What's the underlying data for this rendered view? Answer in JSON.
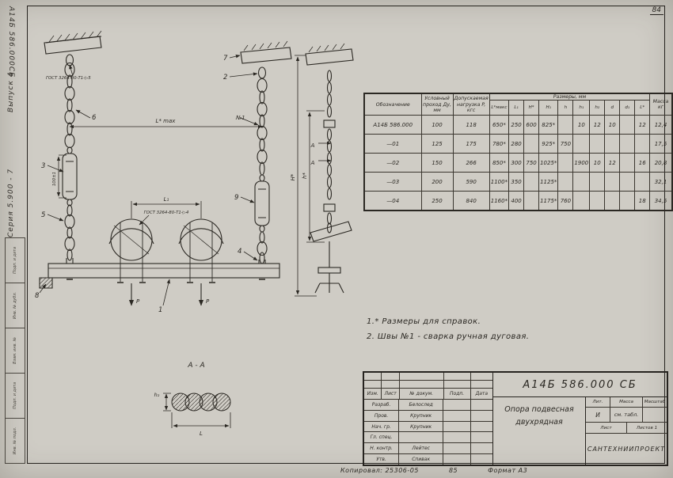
{
  "page": {
    "number": "84",
    "footer": {
      "copied": "Копировал: 25306-05",
      "num": "85",
      "format": "Формат А3"
    }
  },
  "margin": {
    "doc_mirrored": "А14Б 586.000СБ",
    "vypusk": "Выпуск 4",
    "seriya": "Серия 5.900 - 7",
    "stamps": [
      "Подп. и дата",
      "Инв. № дубл.",
      "Взам. инв. №",
      "Подп. и дата",
      "Инв. № подл."
    ]
  },
  "drawing": {
    "weld_note_1": "ГОСТ 3264-80-Т1-▷5",
    "weld_note_2": "ГОСТ 3264-80-Т1-▷4",
    "dim_l_max": "L* max",
    "dim_l1": "L₁",
    "dim_100": "100±1",
    "dim_h_star": "H*",
    "dim_h_small": "h*",
    "dim_h2": "h₂",
    "dim_l": "L",
    "seam_no": "№1",
    "load_p": "P",
    "section_letter": "А",
    "section_title": "А - А",
    "callouts": {
      "c1": "1",
      "c2": "2",
      "c3": "3",
      "c4": "4",
      "c5": "5",
      "c6": "6",
      "c7": "7",
      "c8": "8",
      "c9": "9"
    }
  },
  "notes": {
    "n1": "1.* Размеры для справок.",
    "n2": "2. Швы №1 - сварка ручная дуговая."
  },
  "table": {
    "col_name": "Обозначение",
    "col_du": "Условный проход Ду, мм",
    "col_load": "Допускаемая нагрузка P, кгс",
    "col_sizes": "Размеры, мм",
    "col_mass": "Масса кг",
    "dims": [
      "L*макс",
      "L₁",
      "H*",
      "H₁",
      "h",
      "h₁",
      "h₂",
      "d",
      "d₁",
      "L*"
    ],
    "rows": [
      {
        "name": "А14Б 586.000",
        "du": "100",
        "p": "118",
        "d": [
          "650*",
          "250",
          "600",
          "825*",
          "",
          "10",
          "12",
          "10",
          "",
          "12"
        ],
        "m": "12,4"
      },
      {
        "name": "—01",
        "du": "125",
        "p": "175",
        "d": [
          "780*",
          "280",
          "",
          "925*",
          "750",
          "",
          "",
          "",
          "",
          ""
        ],
        "m": "17,5"
      },
      {
        "name": "—02",
        "du": "150",
        "p": "266",
        "d": [
          "850*",
          "300",
          "750",
          "1025*",
          "",
          "1900",
          "10",
          "12",
          "",
          "16"
        ],
        "m": "20,8"
      },
      {
        "name": "—03",
        "du": "200",
        "p": "590",
        "d": [
          "1100*",
          "350",
          "",
          "1125*",
          "",
          "",
          "",
          "",
          "",
          ""
        ],
        "m": "32,1"
      },
      {
        "name": "—04",
        "du": "250",
        "p": "840",
        "d": [
          "1160*",
          "400",
          "",
          "1175*",
          "760",
          "",
          "",
          "",
          "",
          "18"
        ],
        "m": "34,5"
      }
    ]
  },
  "title_block": {
    "doc_number": "А14Б 586.000 СБ",
    "title_line1": "Опора подвесная",
    "title_line2": "двухрядная",
    "head": [
      "Изм.",
      "Лист",
      "№ докум.",
      "Подп.",
      "Дата"
    ],
    "signs": [
      {
        "role": "Разраб.",
        "name": "Белослед"
      },
      {
        "role": "Пров.",
        "name": "Крупник"
      },
      {
        "role": "Нач. гр.",
        "name": "Крупник"
      },
      {
        "role": "Гл. спец.",
        "name": ""
      },
      {
        "role": "Н. контр.",
        "name": "Лейтес"
      },
      {
        "role": "Утв.",
        "name": "Спивак"
      }
    ],
    "lit_label": "Лит.",
    "lit_value": "И",
    "massa_label": "Масса",
    "massa_value": "см. табл.",
    "masshtab_label": "Масштаб",
    "list_label": "Лист",
    "listov_label": "Листов",
    "listov_value": "1",
    "org": "САНТЕХНИИПРОЕКТ"
  }
}
